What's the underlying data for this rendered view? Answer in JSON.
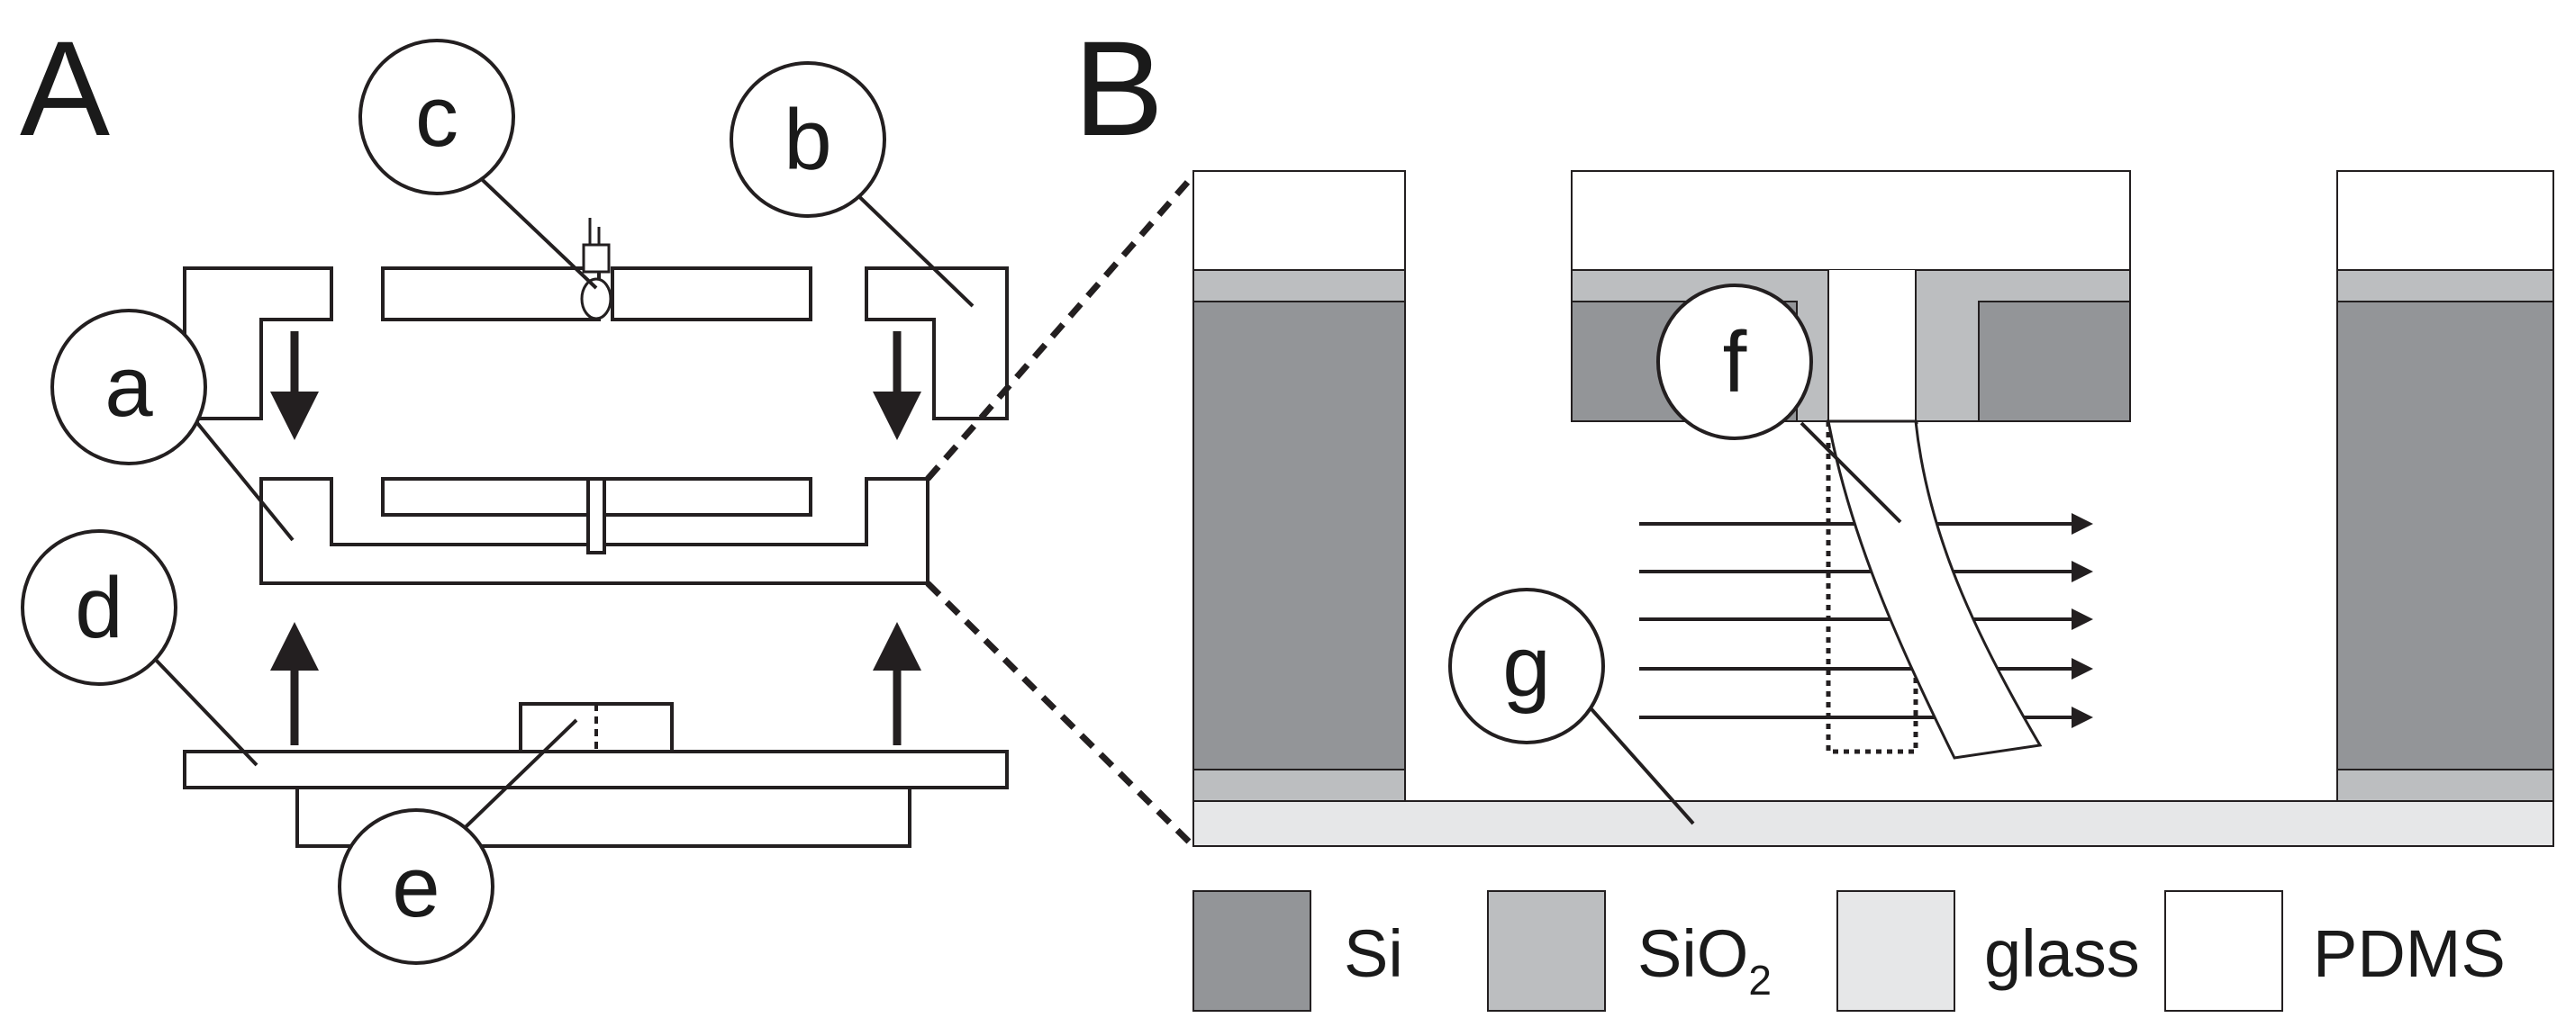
{
  "panels": {
    "a_label": "A",
    "b_label": "B"
  },
  "callouts": {
    "a": "a",
    "b": "b",
    "c": "c",
    "d": "d",
    "e": "e",
    "f": "f",
    "g": "g"
  },
  "legend": [
    {
      "key": "si",
      "label": "Si",
      "sub": "",
      "color": "#939598"
    },
    {
      "key": "sio2",
      "label": "SiO",
      "sub": "2",
      "color": "#bcbec0"
    },
    {
      "key": "glass",
      "label": "glass",
      "sub": "",
      "color": "#e6e7e8"
    },
    {
      "key": "pdms",
      "label": "PDMS",
      "sub": "",
      "color": "#ffffff"
    }
  ],
  "colors": {
    "stroke": "#231f20",
    "si": "#939598",
    "sio2": "#bcbec0",
    "glass": "#e6e7e8",
    "pdms": "#ffffff"
  }
}
